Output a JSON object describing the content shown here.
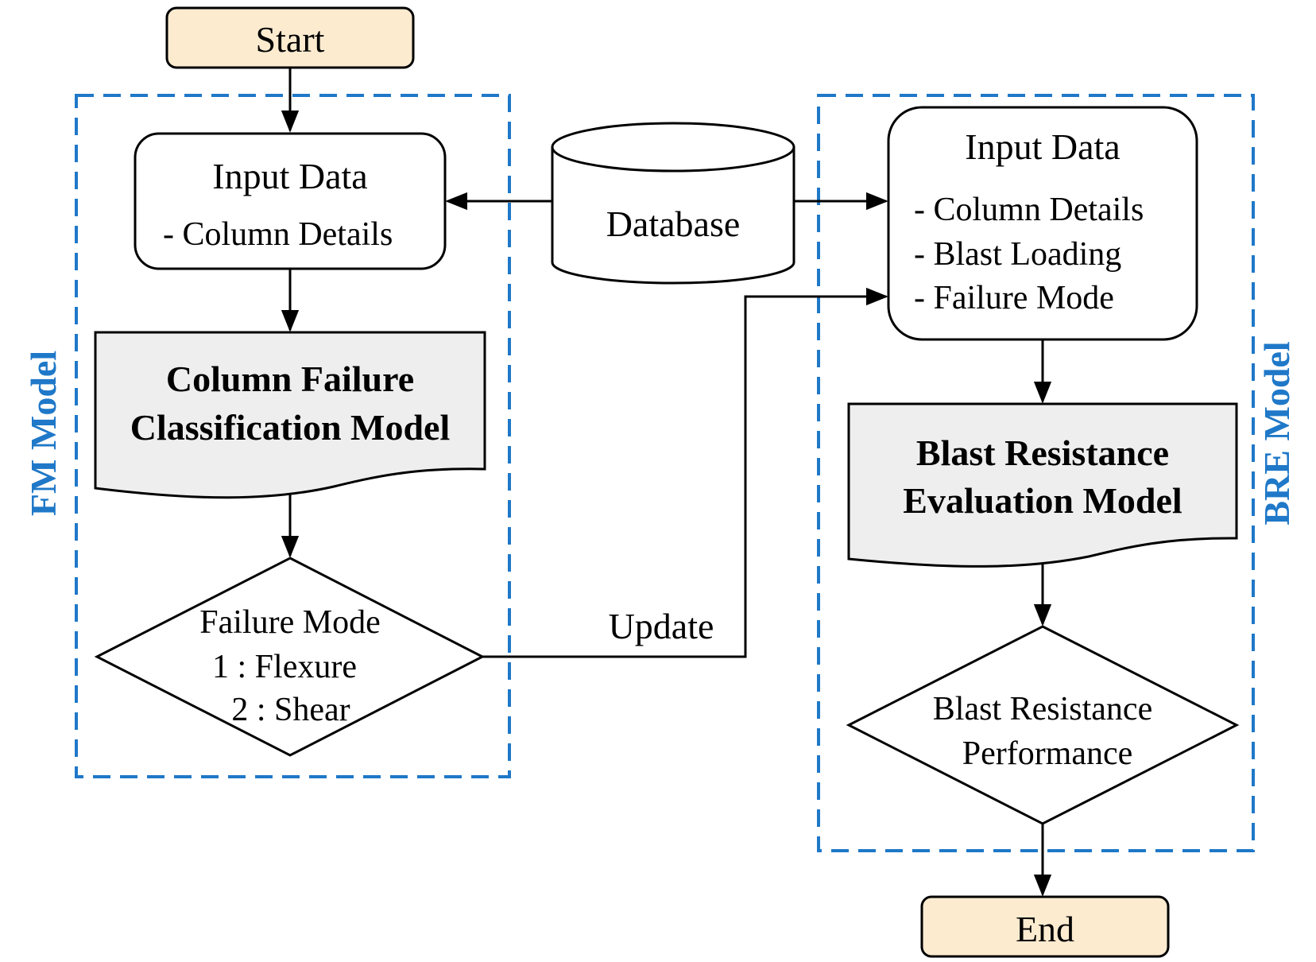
{
  "start": {
    "label": "Start"
  },
  "end": {
    "label": "End"
  },
  "database": {
    "label": "Database"
  },
  "fm_model": {
    "title": "FM Model",
    "input": {
      "title": "Input Data",
      "items": [
        "- Column Details"
      ]
    },
    "process": {
      "line1": "Column Failure",
      "line2": "Classification Model"
    },
    "decision": {
      "line1": "Failure Mode",
      "line2": "1 : Flexure",
      "line3": "2 : Shear"
    }
  },
  "bre_model": {
    "title": "BRE Model",
    "input": {
      "title": "Input Data",
      "items": [
        "- Column Details",
        "- Blast Loading",
        "- Failure Mode"
      ]
    },
    "process": {
      "line1": "Blast Resistance",
      "line2": "Evaluation Model"
    },
    "decision": {
      "line1": "Blast Resistance",
      "line2": "Performance"
    }
  },
  "update": {
    "label": "Update"
  },
  "colors": {
    "group_border": "#1f78c8",
    "group_title": "#1f78c8",
    "terminal_fill": "#fdebd0",
    "process_fill": "#eeeeee",
    "stroke": "#000000"
  }
}
